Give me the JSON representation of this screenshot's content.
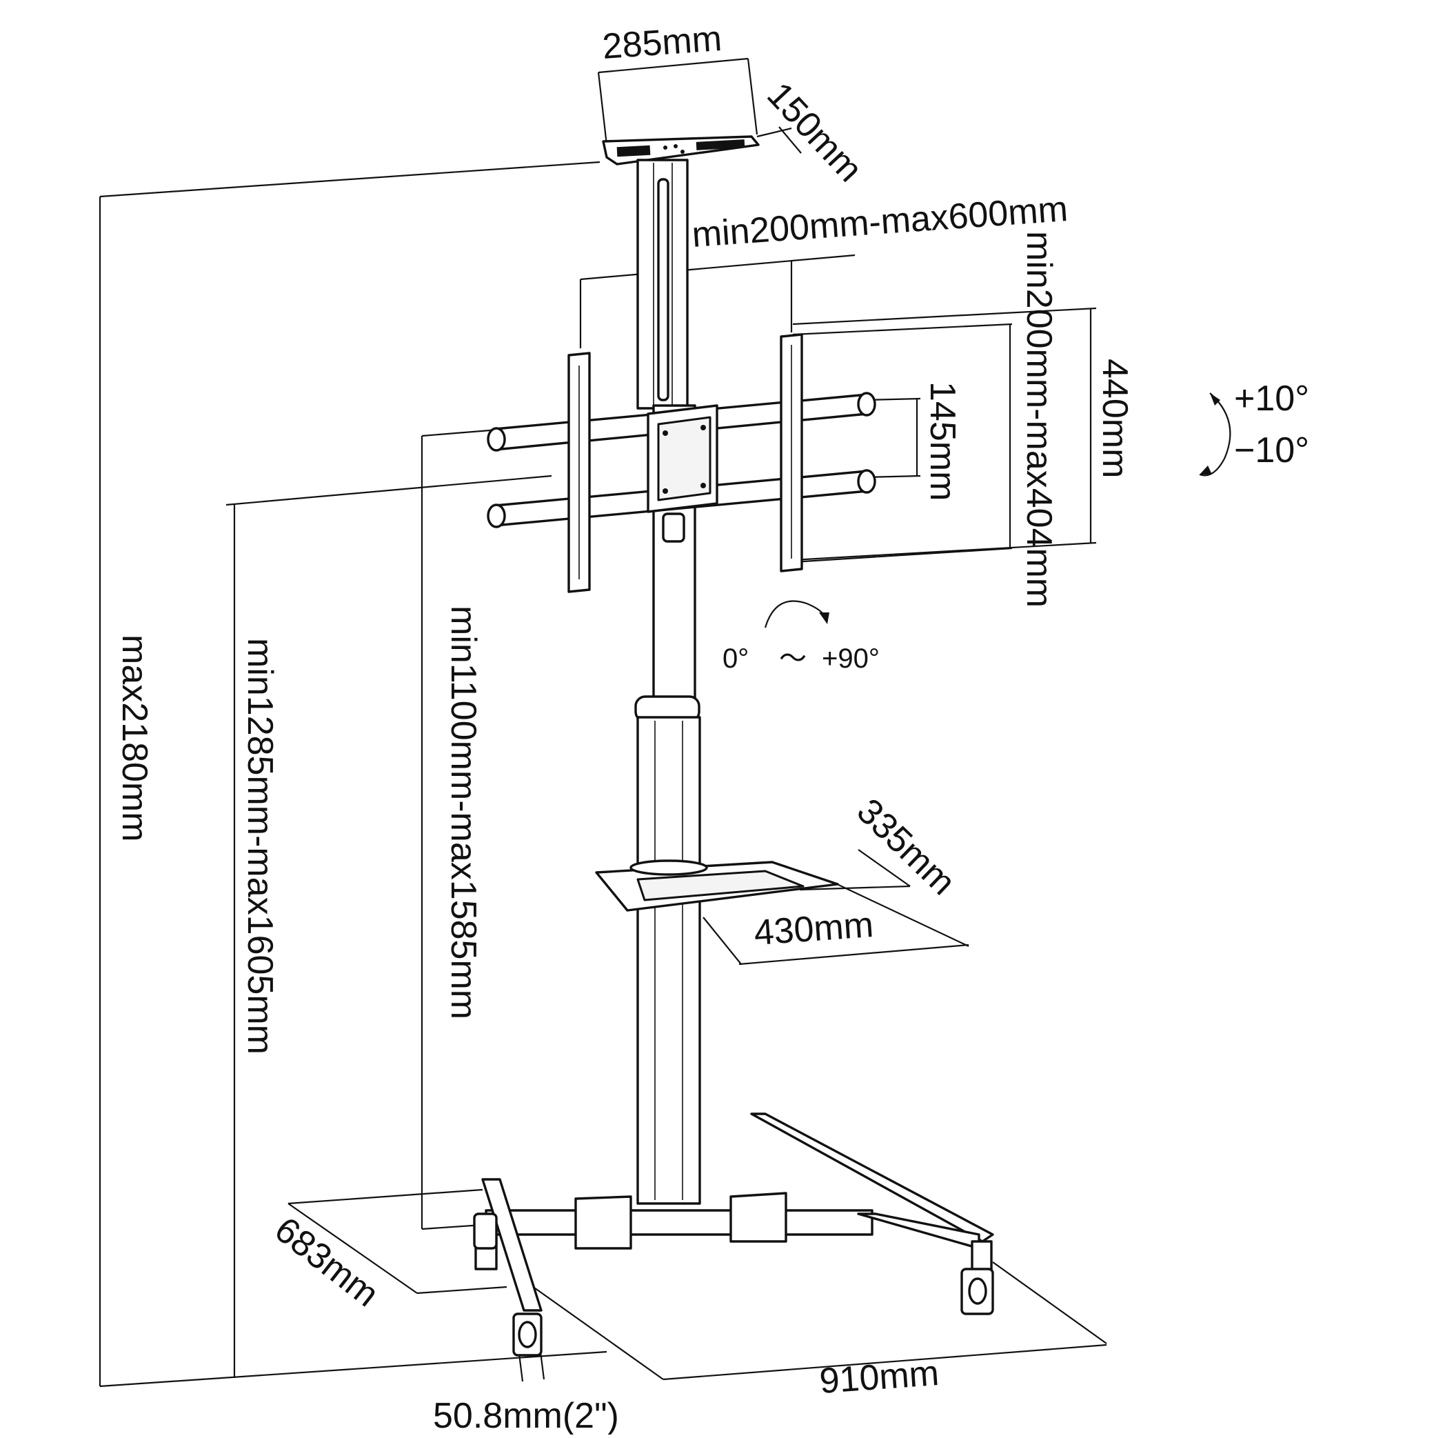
{
  "labels": {
    "top_tray_width": "285mm",
    "top_tray_depth": "150mm",
    "mount_width_range": "min200mm-max600mm",
    "mount_height_range": "min200mm-max404mm",
    "plate_height": "440mm",
    "rail_spacing": "145mm",
    "tilt_up": "+10°",
    "tilt_down": "−10°",
    "rotation_start": "0°",
    "rotation_sep": "～",
    "rotation_end": "+90°",
    "max_height": "max2180mm",
    "center_height_range": "min1285mm-max1605mm",
    "bottom_height_range": "min1100mm-max1585mm",
    "shelf_depth": "335mm",
    "shelf_width": "430mm",
    "base_depth": "683mm",
    "base_width": "910mm",
    "pole_diameter": "50.8mm(2\")"
  }
}
